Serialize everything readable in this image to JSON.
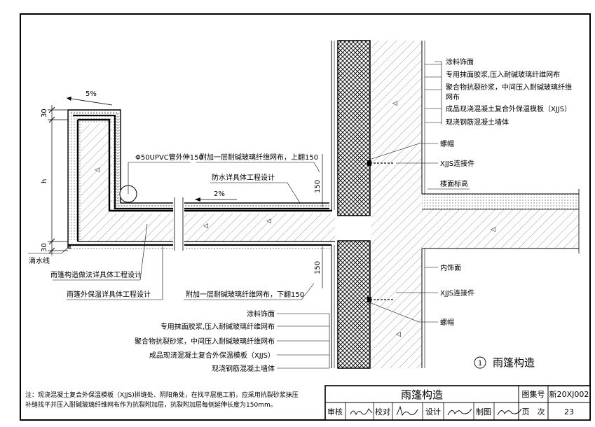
{
  "labels_top_right": {
    "l1": "涂料饰面",
    "l2": "专用抹面胶浆,压入耐碱玻璃纤维网布",
    "l3a": "聚合物抗裂砂浆，中间压入耐碱玻璃纤维",
    "l3b": "网布",
    "l4": "成品现浇混凝土复合外保温模板（XJJS）",
    "l5": "现浇钢筋混凝土墙体"
  },
  "labels_right_mid": {
    "screw_cap": "螺帽",
    "connector": "XJJS连接件",
    "floor_level": "楼面标高",
    "interior_finish": "内饰面",
    "connector2": "XJJS连接件",
    "screw_cap2": "螺帽"
  },
  "labels_canopy": {
    "pipe": "Φ50UPVC管外伸150",
    "mesh_up": "附加一层耐碱玻璃纤维网布，上翻150",
    "waterproof": "防水详具体工程设计",
    "slope_top": "5%",
    "slope_mid": "2%",
    "drip": "滴水线",
    "canopy_method": "雨篷构造做法详具体工程设计",
    "canopy_insulation": "雨篷外保温详具体工程设计",
    "mesh_down": "附加一层耐碱玻璃纤维网布，下翻150"
  },
  "labels_bottom": {
    "l1": "涂料饰面",
    "l2": "专用抹面胶浆,压入耐碱玻璃纤维网布",
    "l3": "聚合物抗裂砂浆，中间压入耐碱玻璃纤维网布",
    "l4": "成品现浇混凝土复合外保温模板（XJJS）",
    "l5": "现浇钢筋混凝土墙体"
  },
  "dims": {
    "d30_top": "30",
    "h": "h",
    "d30_bot": "30",
    "d150_a": "150",
    "d150_b": "150"
  },
  "detail": {
    "number": "1",
    "name": "雨篷构造"
  },
  "note": {
    "line1": "注：现浇混凝土复合外保温模板（XJJS)拼缝处、阴阳角处，在找平层施工前，应采用抗裂砂浆抹压",
    "line2": "补缝找平并压入耐碱玻璃纤维网布作为抗裂附加层，抗裂附加层每侧延伸长度为150mm。"
  },
  "title_block": {
    "title": "雨篷构造",
    "atlas_label": "图集号",
    "atlas_no": "新20XJ002",
    "review": "审核",
    "check": "校对",
    "design": "设计",
    "draw": "制图",
    "page_label": "页　次",
    "page_no": "23"
  }
}
